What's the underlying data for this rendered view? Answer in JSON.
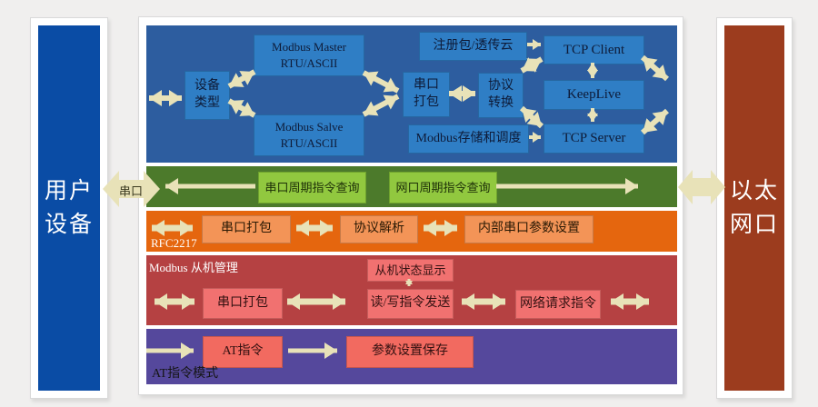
{
  "left_panel": {
    "label": "用户\n设备"
  },
  "right_panel": {
    "label": "以太\n网口"
  },
  "serial_arrow_label": "串口",
  "blue_band": {
    "device_type": "设备\n类型",
    "modbus_master": "Modbus Master\nRTU/ASCII",
    "modbus_slave": "Modbus Salve\nRTU/ASCII",
    "serial_pack": "串口\n打包",
    "protocol_convert": "协议\n转换",
    "register_packet": "注册包/透传云",
    "modbus_storage": "Modbus存储和调度",
    "tcp_client": "TCP Client",
    "keeplive": "KeepLive",
    "tcp_server": "TCP Server"
  },
  "green_band": {
    "serial_poll": "串口周期指令查询",
    "net_poll": "网口周期指令查询"
  },
  "orange_band": {
    "label": "RFC2217",
    "serial_pack": "串口打包",
    "protocol_parse": "协议解析",
    "internal_serial_params": "内部串口参数设置"
  },
  "red_band": {
    "label": "Modbus 从机管理",
    "slave_status": "从机状态显示",
    "serial_pack": "串口打包",
    "rw_command": "读/写指令发送",
    "net_request": "网络请求指令"
  },
  "purple_band": {
    "label": "AT指令模式",
    "at_command": "AT指令",
    "param_save": "参数设置保存"
  },
  "colors": {
    "left_panel_bg": "#0A4CA5",
    "right_panel_bg": "#9C3C1E",
    "top_band_bg": "#2D5D9F",
    "top_band_box_bg": "#2F7EC5",
    "green_band_bg": "#4C7A2B",
    "green_box_bg": "#91C83F",
    "orange_band_bg": "#E5660E",
    "orange_box_bg": "#F39457",
    "red_band_bg": "#B54142",
    "red_box_bg": "#F17170",
    "purple_band_bg": "#55489C",
    "purple_box_bg": "#F26A60",
    "arrow": "#E8E2B8"
  }
}
